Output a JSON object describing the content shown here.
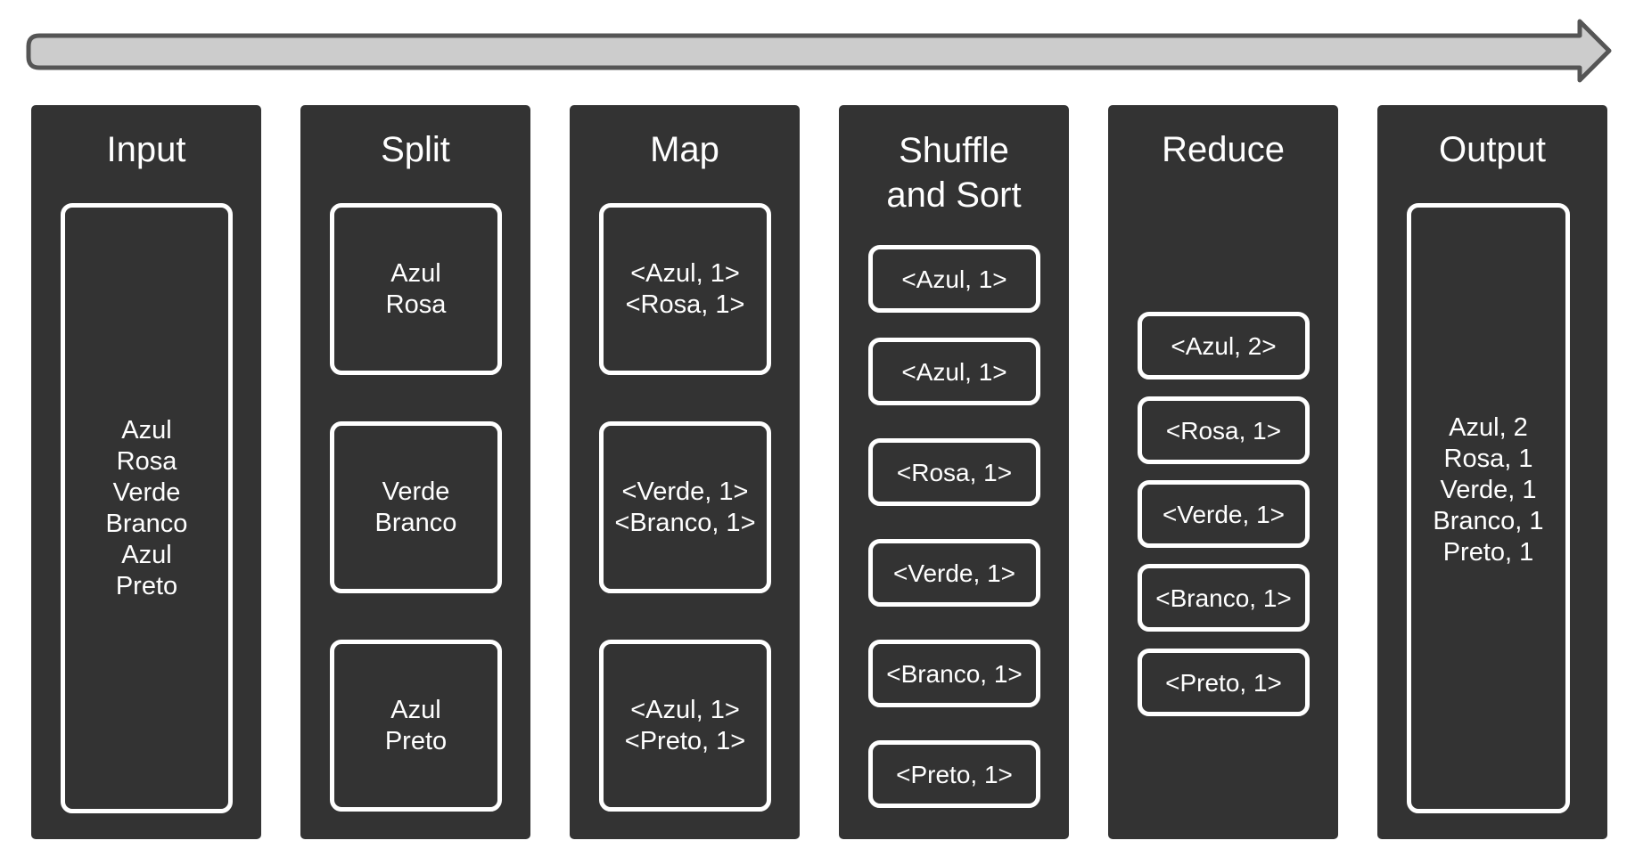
{
  "stages": {
    "input": {
      "title": "Input",
      "box": [
        "Azul",
        "Rosa",
        "Verde",
        "Branco",
        "Azul",
        "Preto"
      ]
    },
    "split": {
      "title": "Split",
      "boxes": [
        [
          "Azul",
          "Rosa"
        ],
        [
          "Verde",
          "Branco"
        ],
        [
          "Azul",
          "Preto"
        ]
      ]
    },
    "map": {
      "title": "Map",
      "boxes": [
        [
          "<Azul, 1>",
          "<Rosa, 1>"
        ],
        [
          "<Verde, 1>",
          "<Branco, 1>"
        ],
        [
          "<Azul, 1>",
          "<Preto, 1>"
        ]
      ]
    },
    "shuffle": {
      "title_line1": "Shuffle",
      "title_line2": "and Sort",
      "items": [
        "<Azul, 1>",
        "<Azul, 1>",
        "<Rosa, 1>",
        "<Verde, 1>",
        "<Branco, 1>",
        "<Preto, 1>"
      ]
    },
    "reduce": {
      "title": "Reduce",
      "items": [
        "<Azul, 2>",
        "<Rosa, 1>",
        "<Verde, 1>",
        "<Branco, 1>",
        "<Preto, 1>"
      ]
    },
    "output": {
      "title": "Output",
      "box": [
        "Azul, 2",
        "Rosa, 1",
        "Verde, 1",
        "Branco, 1",
        "Preto, 1"
      ]
    }
  },
  "colors": {
    "panel": "#333333",
    "arrow_fill": "#cccccc",
    "arrow_stroke": "#555555",
    "text": "#ffffff"
  }
}
